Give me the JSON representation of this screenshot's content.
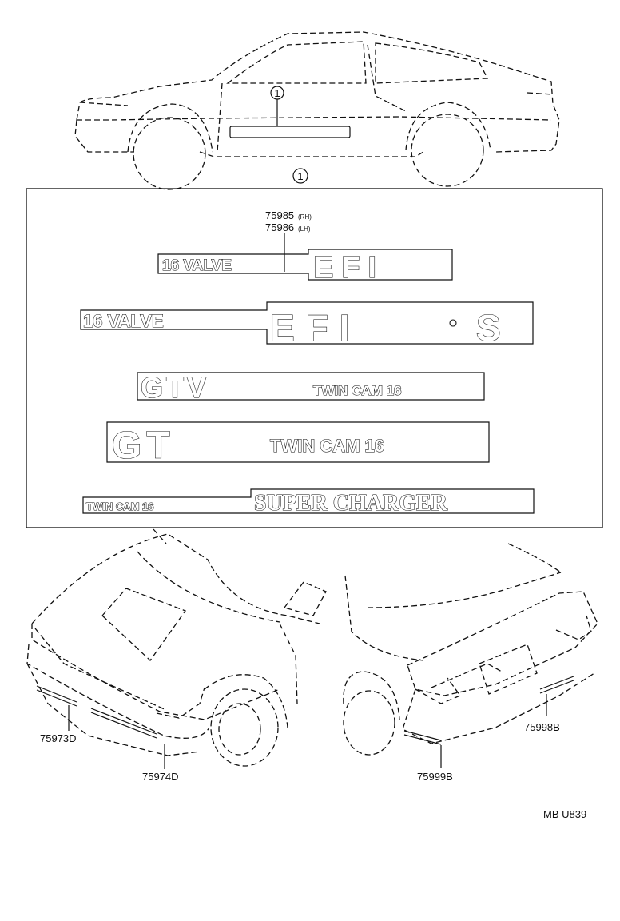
{
  "callout_number": "1",
  "part_numbers": {
    "top_rh": "75985",
    "top_rh_suffix": "(RH)",
    "top_lh": "75986",
    "top_lh_suffix": "(LH)",
    "front_left": "75973D",
    "front_center": "75974D",
    "rear_center": "75999B",
    "rear_right": "75998B"
  },
  "emblems": {
    "e1_left": "16 VALVE",
    "e1_right": "EFI",
    "e2_left": "16 VALVE",
    "e2_efi": "EFI",
    "e2_s": "S",
    "e3_left": "GTV",
    "e3_right": "TWIN CAM 16",
    "e4_left": "GT",
    "e4_right": "TWIN CAM 16",
    "e5_left": "TWIN CAM 16",
    "e5_right": "SUPER CHARGER"
  },
  "figure_code": "MB  U839"
}
